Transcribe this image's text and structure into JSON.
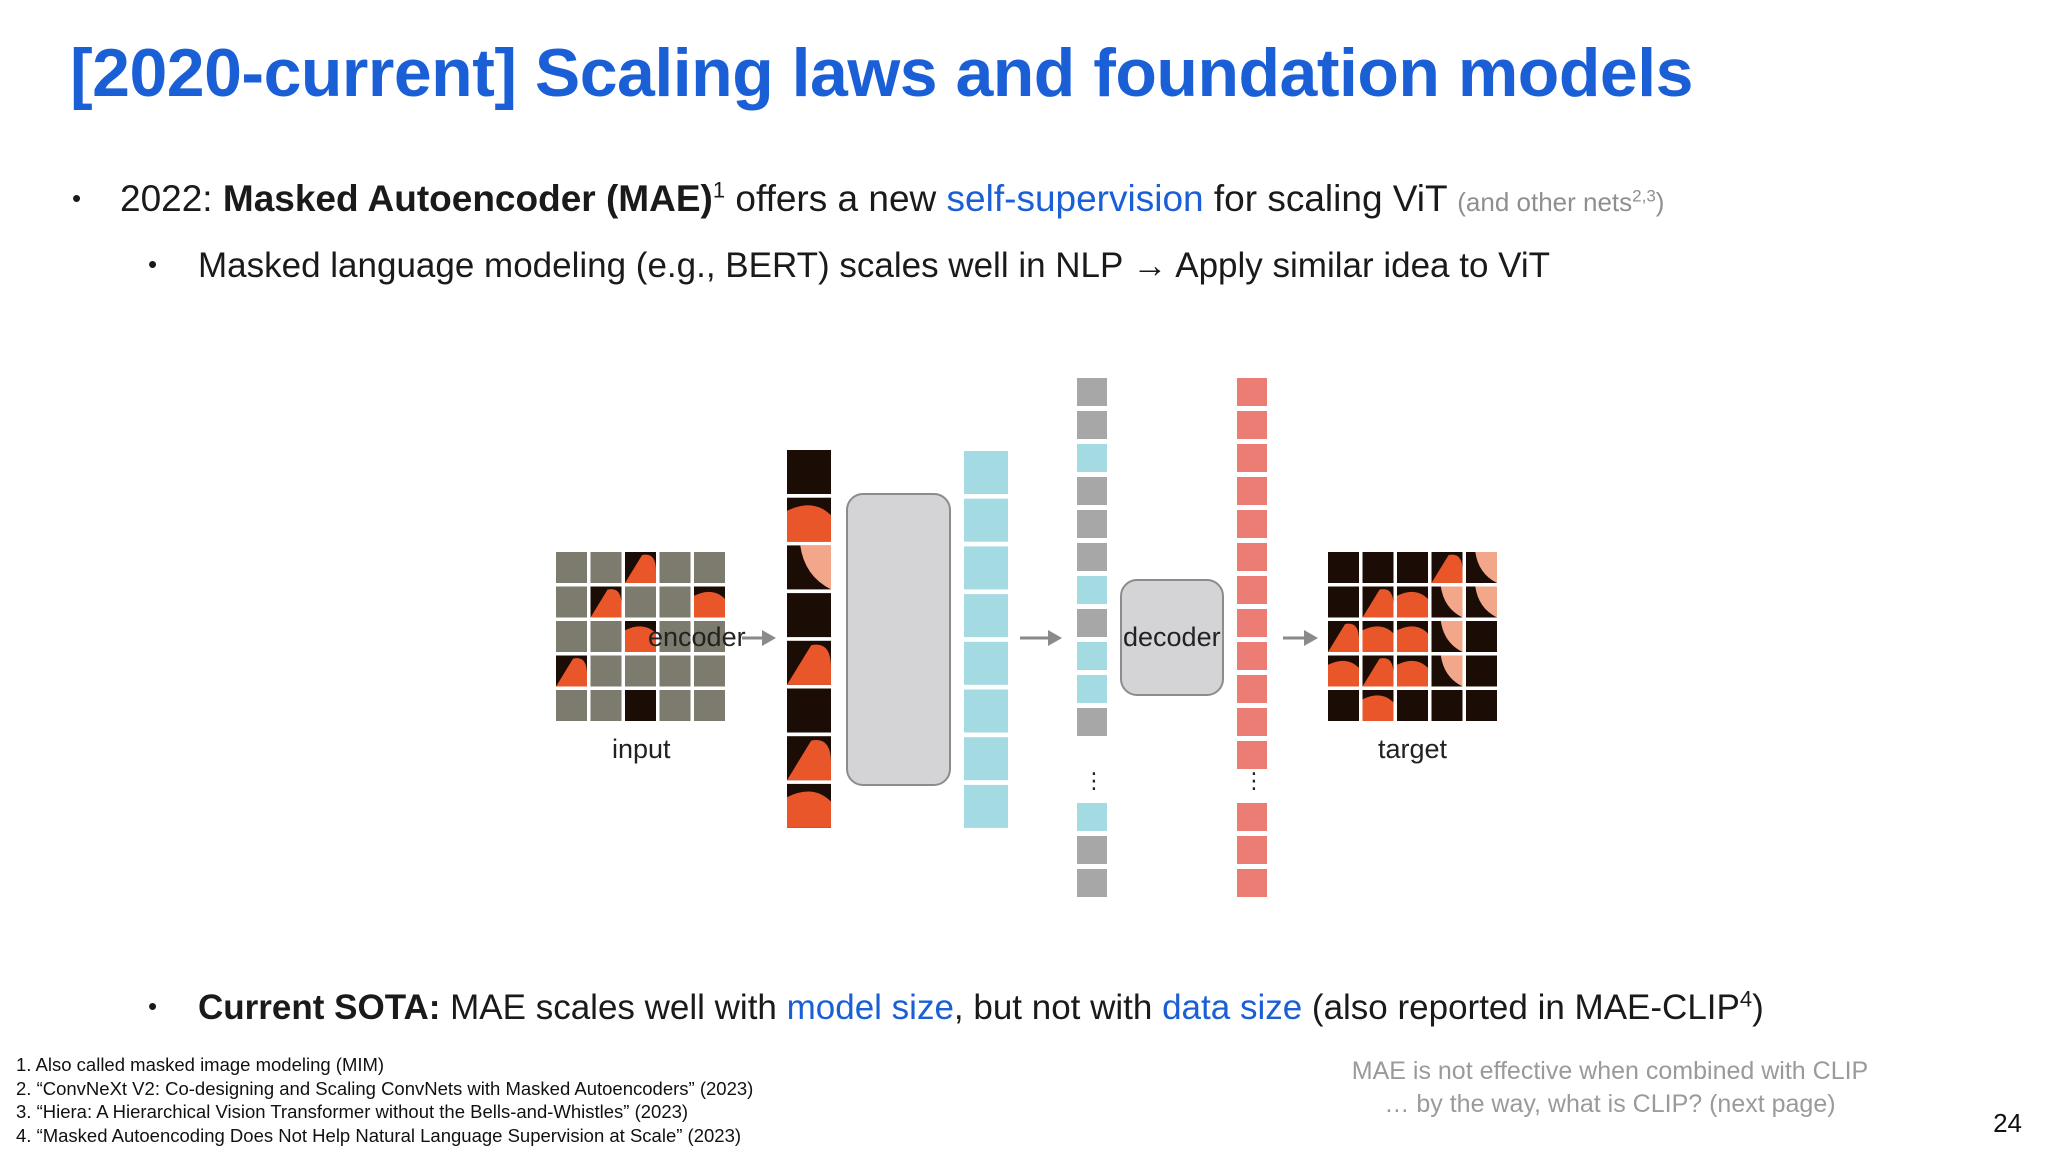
{
  "slide": {
    "title": "[2020-current] Scaling laws and foundation models",
    "page_number": "24",
    "colors": {
      "accent": "#1a5fd6",
      "gray": "#8f8f8f"
    }
  },
  "bullets": {
    "main": {
      "prefix": "2022: ",
      "bold": "Masked Autoencoder (MAE)",
      "sup": "1",
      "mid": " offers a new ",
      "link": "self-supervision",
      "after": " for scaling ViT ",
      "aside_open": "(and other nets",
      "aside_sup": "2,3",
      "aside_close": ")"
    },
    "sub": "Masked language modeling (e.g., BERT) scales well in NLP → Apply similar idea to ViT",
    "sota": {
      "bold": "Current SOTA:",
      "t1": " MAE scales well with ",
      "link1": "model size",
      "t2": ", but not with ",
      "link2": "data size",
      "t3": " (also reported in MAE-CLIP",
      "sup": "4",
      "t4": ")"
    }
  },
  "diagram": {
    "labels": {
      "input": "input",
      "encoder": "encoder",
      "decoder": "decoder",
      "target": "target"
    },
    "ellipsis": "⋮",
    "colors": {
      "mask": "#7d7a6e",
      "flamingo": "#e8562a",
      "dark": "#1c0c06",
      "encoder_token": "#a4dbe2",
      "mask_token": "#a7a7a7",
      "decoder_token": "#ec7d75",
      "block_fill": "#d4d4d6",
      "arrow": "#8a8a8a"
    }
  },
  "footnotes": [
    "1. Also called masked image modeling (MIM)",
    "2. “ConvNeXt V2: Co-designing and Scaling ConvNets with Masked Autoencoders” (2023)",
    "3. “Hiera: A Hierarchical Vision Transformer without the Bells-and-Whistles” (2023)",
    "4. “Masked Autoencoding Does Not Help Natural Language Supervision at Scale” (2023)"
  ],
  "side_note": {
    "line1": "MAE is not effective when combined with CLIP",
    "line2": "… by the way, what is CLIP? (next page)"
  }
}
